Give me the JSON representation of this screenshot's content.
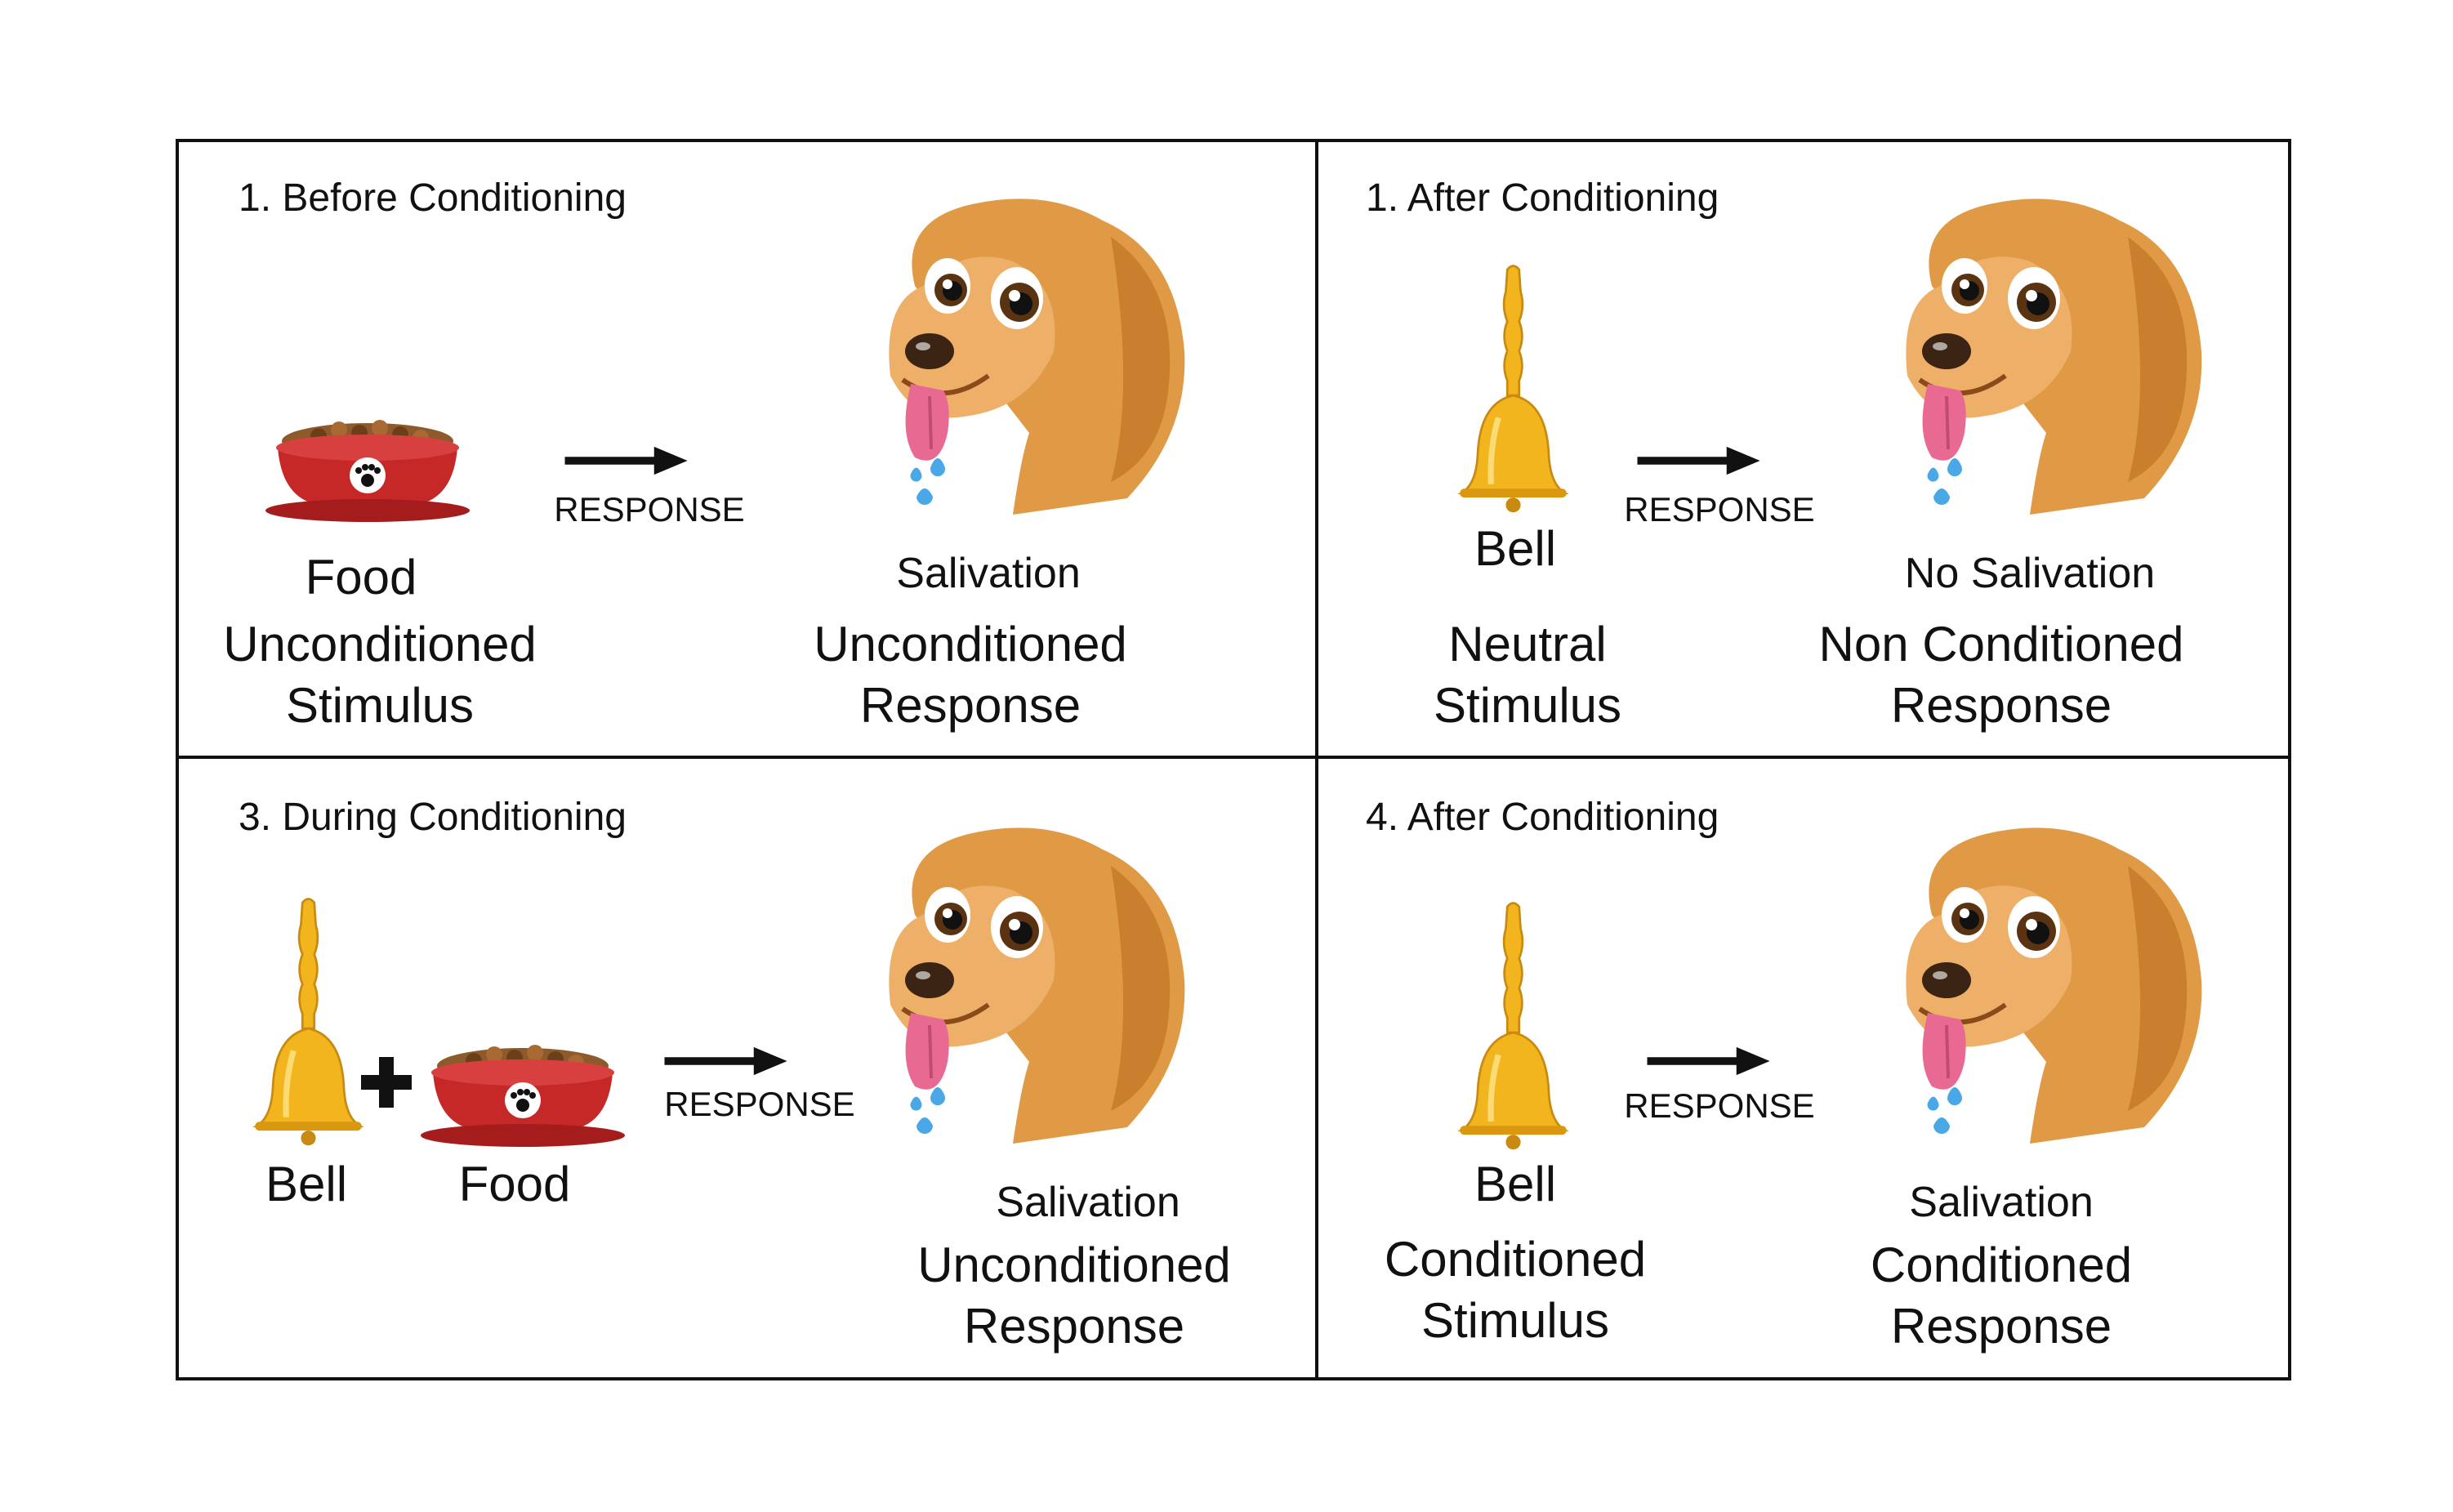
{
  "panels": [
    {
      "title": "1. Before Conditioning",
      "stimulus_word": "Food",
      "stimulus_type": [
        "Unconditioned",
        "Stimulus"
      ],
      "arrow_label": "RESPONSE",
      "response_word": "Salivation",
      "response_type": [
        "Unconditioned",
        "Response"
      ]
    },
    {
      "title": "1. After Conditioning",
      "stimulus_word": "Bell",
      "stimulus_type": [
        "Neutral",
        "Stimulus"
      ],
      "arrow_label": "RESPONSE",
      "response_word": "No Salivation",
      "response_type": [
        "Non Conditioned",
        "Response"
      ]
    },
    {
      "title": "3. During Conditioning",
      "stimulus_words": [
        "Bell",
        "Food"
      ],
      "arrow_label": "RESPONSE",
      "response_word": "Salivation",
      "response_type": [
        "Unconditioned",
        "Response"
      ]
    },
    {
      "title": "4. After Conditioning",
      "stimulus_word": "Bell",
      "stimulus_type": [
        "Conditioned",
        "Stimulus"
      ],
      "arrow_label": "RESPONSE",
      "response_word": "Salivation",
      "response_type": [
        "Conditioned",
        "Response"
      ]
    }
  ],
  "colors": {
    "bowl": "#c62828",
    "kibble": "#8d5a2b",
    "bell": "#f2b51e",
    "dog_fur": "#e09a45",
    "tongue": "#e86a93",
    "drops": "#4aa8e6"
  },
  "icons": [
    "food-bowl-icon",
    "bell-icon",
    "dog-icon",
    "arrow-icon",
    "plus-icon"
  ]
}
